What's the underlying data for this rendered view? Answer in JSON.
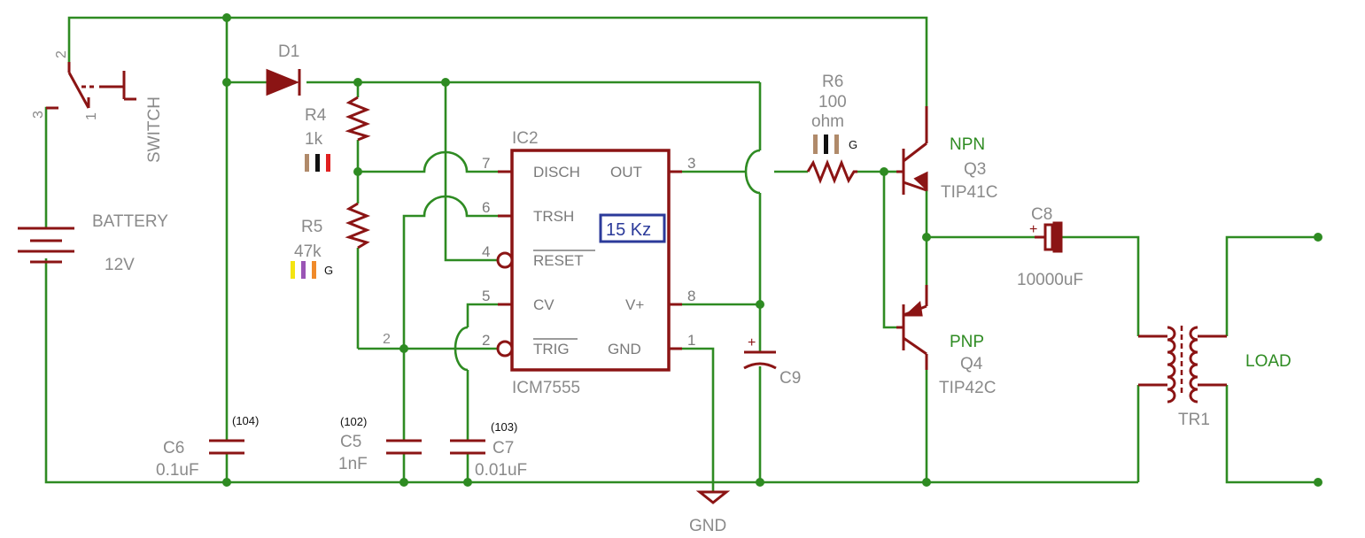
{
  "colors": {
    "wire": "#2e8b22",
    "component": "#8b1414",
    "label": "#8a8a8a",
    "freq_box": "#2b3a9a"
  },
  "switch": {
    "name": "SWITCH",
    "pins": [
      "2",
      "3",
      "1"
    ]
  },
  "battery": {
    "name": "BATTERY",
    "value": "12V"
  },
  "d1": {
    "name": "D1"
  },
  "r4": {
    "name": "R4",
    "value": "1k"
  },
  "r5": {
    "name": "R5",
    "value": "47k",
    "tolerance": "G"
  },
  "r6": {
    "name": "R6",
    "value_line1": "100",
    "value_line2": "ohm",
    "tolerance": "G"
  },
  "ic": {
    "name": "IC2",
    "part": "ICM7555",
    "freq_label": "15 Kz",
    "left_pins": [
      {
        "num": "7",
        "label": "DISCH"
      },
      {
        "num": "6",
        "label": "TRSH"
      },
      {
        "num": "4",
        "label": "RESET"
      },
      {
        "num": "5",
        "label": "CV"
      },
      {
        "num": "2",
        "label": "TRIG"
      }
    ],
    "right_pins": [
      {
        "num": "3",
        "label": "OUT"
      },
      {
        "num": "8",
        "label": "V+"
      },
      {
        "num": "1",
        "label": "GND"
      }
    ]
  },
  "node_label": "2",
  "q3": {
    "type": "NPN",
    "name": "Q3",
    "part": "TIP41C"
  },
  "q4": {
    "type": "PNP",
    "name": "Q4",
    "part": "TIP42C"
  },
  "c8": {
    "name": "C8",
    "value": "10000uF",
    "polarity": "+"
  },
  "c9": {
    "name": "C9",
    "polarity": "+"
  },
  "c6": {
    "name": "C6",
    "code": "(104)",
    "value": "0.1uF"
  },
  "c5": {
    "name": "C5",
    "code": "(102)",
    "value": "1nF"
  },
  "c7": {
    "name": "C7",
    "code": "(103)",
    "value": "0.01uF"
  },
  "tr1": {
    "name": "TR1"
  },
  "load": {
    "name": "LOAD"
  },
  "gnd": {
    "name": "GND"
  }
}
